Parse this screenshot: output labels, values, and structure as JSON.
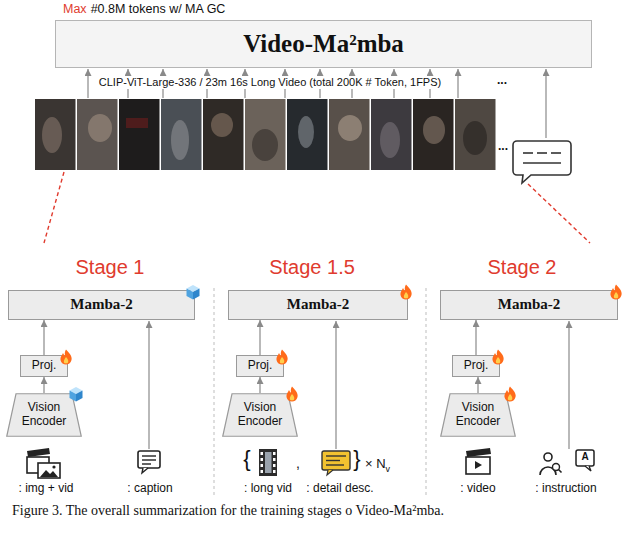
{
  "diagram": {
    "caption": "Figure 3. The overall summarization for the training stages o Video-Ma²mba.",
    "nodes": [
      {
        "text": [
          "Video-Ma²mba"
        ]
      },
      {
        "text": [
          "Mamba-2"
        ]
      },
      {
        "text": [
          "Proj."
        ]
      },
      {
        "text": [
          "Vision Encoder"
        ]
      },
      {
        "text": [
          "Mamba-2"
        ]
      },
      {
        "text": [
          "Proj."
        ]
      },
      {
        "text": [
          "Vision Encoder"
        ]
      },
      {
        "text": [
          "Mamba-2"
        ]
      },
      {
        "text": [
          "Proj."
        ]
      },
      {
        "text": [
          "Vision Encoder"
        ]
      }
    ],
    "edges": [
      {
        "from": 3,
        "to": 2,
        "arrow": "to"
      },
      {
        "from": 2,
        "to": 1,
        "arrow": "to"
      },
      {
        "from": 6,
        "to": 5,
        "arrow": "to"
      },
      {
        "from": 5,
        "to": 4,
        "arrow": "to"
      },
      {
        "from": 9,
        "to": 8,
        "arrow": "to"
      },
      {
        "from": 8,
        "to": 7,
        "arrow": "to"
      }
    ],
    "labels": [
      "Max",
      "#0.8M tokens w/ MA GC",
      "CLIP-ViT-Large-336 / 23m 16s Long Video (total 200K # Token, 1FPS)",
      "...",
      "...",
      "Stage 1",
      "Stage 1.5",
      "Stage 2",
      ": img + vid",
      ": caption",
      "{",
      ",",
      "}",
      "× N",
      "v",
      ": long vid",
      ": detail desc.",
      ": video",
      ": instruction",
      "A"
    ]
  }
}
